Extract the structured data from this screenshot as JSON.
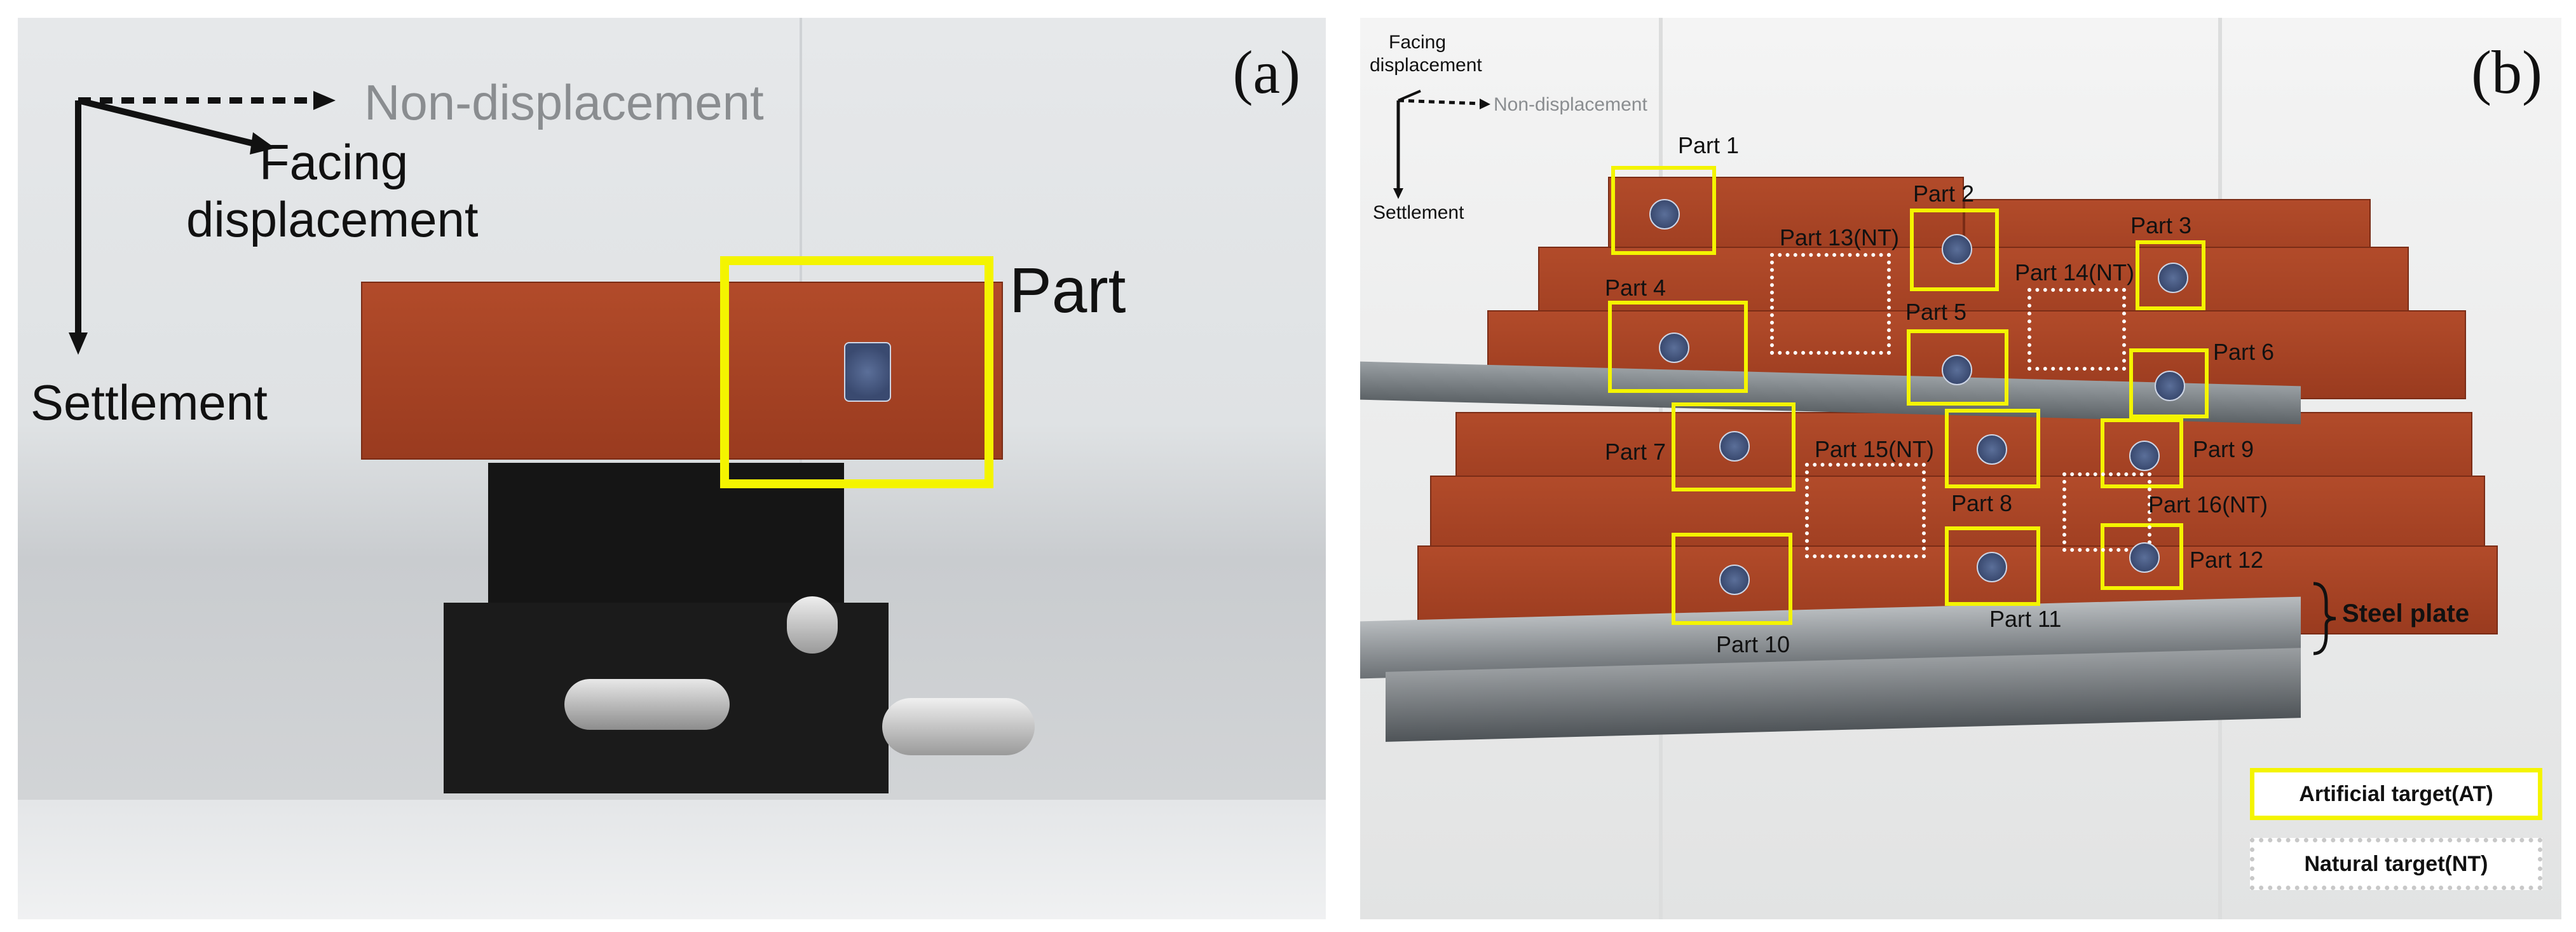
{
  "panel_a": {
    "label": "(a)",
    "axes": {
      "non_displacement": "Non-displacement",
      "facing_displacement_line1": "Facing",
      "facing_displacement_line2": "displacement",
      "settlement": "Settlement"
    },
    "part_label": "Part"
  },
  "panel_b": {
    "label": "(b)",
    "axes": {
      "facing_displacement_line1": "Facing",
      "facing_displacement_line2": "displacement",
      "non_displacement": "Non-displacement",
      "settlement": "Settlement"
    },
    "parts": {
      "p1": "Part 1",
      "p2": "Part 2",
      "p3": "Part 3",
      "p4": "Part 4",
      "p5": "Part 5",
      "p6": "Part 6",
      "p7": "Part 7",
      "p8": "Part 8",
      "p9": "Part 9",
      "p10": "Part 10",
      "p11": "Part 11",
      "p12": "Part 12",
      "p13": "Part 13(NT)",
      "p14": "Part 14(NT)",
      "p15": "Part 15(NT)",
      "p16": "Part 16(NT)"
    },
    "steel_plate": "Steel plate",
    "legend": {
      "at": "Artificial target(AT)",
      "nt": "Natural target(NT)"
    }
  },
  "colors": {
    "artificial_target": "#f4f400",
    "natural_target": "#ffffff",
    "brick": "#a84424"
  }
}
